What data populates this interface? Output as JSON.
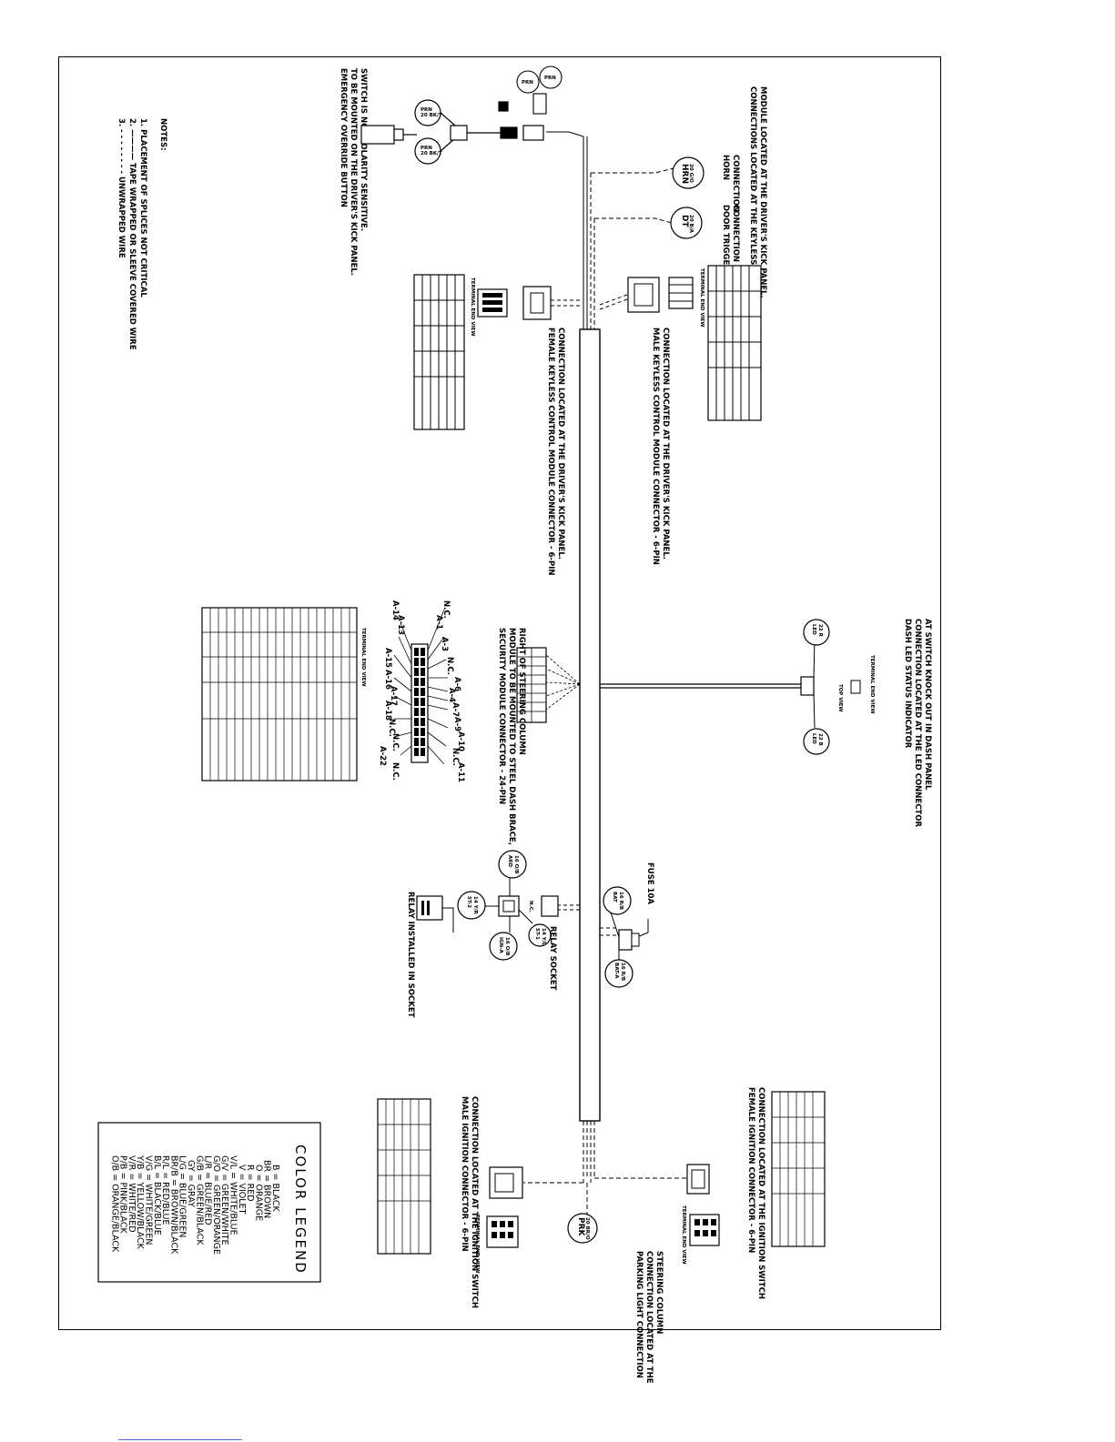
{
  "notes": {
    "title": "NOTES:",
    "items": [
      "1. PLACEMENT OF SPLICES NOT CRITICAL",
      "2. ———— TAPE WRAPPED OR SLEEVE COVERED WIRE",
      "3. - - - - - - - - UNWRAPPED WIRE"
    ]
  },
  "labels": {
    "emergency": [
      "EMERGENCY OVERRIDE BUTTON",
      "TO BE MOUNTED ON THE DRIVER'S KICK PANEL.",
      "SWITCH IS NOT POLARITY SENSITIVE."
    ],
    "keyless_top": [
      "CONNECTIONS LOCATED AT THE KEYLESS CONTROL",
      "MODULE LOCATED AT THE DRIVER'S KICK PANEL."
    ],
    "horn": [
      "HORN",
      "CONNECTION"
    ],
    "door": [
      "DOOR TRIGGER",
      "CONNECTION"
    ],
    "male_keyless": [
      "MALE KEYLESS CONTROL MODULE CONNECTOR - 6-PIN",
      "CONNECTION LOCATED AT THE DRIVER'S KICK PANEL."
    ],
    "female_keyless": [
      "FEMALE KEYLESS CONTROL MODULE CONNECTOR - 6-PIN",
      "CONNECTION LOCATED AT THE DRIVER'S KICK PANEL."
    ],
    "dash_led": [
      "DASH LED STATUS INDICATOR",
      "CONNECTION LOCATED AT THE LED CONNECTOR",
      "AT SWITCH KNOCK OUT IN DASH PANEL"
    ],
    "terminal_end_view": "TERMINAL END VIEW",
    "top_view": "TOP VIEW",
    "security": [
      "SECURITY MODULE CONNECTOR - 24-PIN",
      "MODULE TO BE MOUNTED TO STEEL DASH BRACE,",
      "RIGHT OF STEERING COLUMN"
    ],
    "fuse": "FUSE 10A",
    "relay_socket": "RELAY SOCKET",
    "relay_installed": "RELAY INSTALLED IN SOCKET",
    "female_ignition": [
      "FEMALE IGNITION CONNECTOR - 6-PIN",
      "CONNECTION LOCATED AT THE IGNITION SWITCH"
    ],
    "male_ignition": [
      "MALE IGNITION CONNECTOR - 6-PIN",
      "CONNECTION LOCATED AT THE IGNITION SWITCH"
    ],
    "parking": [
      "PARKING LIGHT CONNECTION",
      "CONNECTION LOCATED AT THE",
      "STEERING COLUMN"
    ],
    "nc": "N.C."
  },
  "circles": {
    "horn": {
      "code": "HRN",
      "sub": "20 G/O"
    },
    "door": {
      "code": "DT",
      "sub": "20 B/A"
    },
    "led_left": {
      "code": "LED",
      "sub": "22 R"
    },
    "led_right": {
      "code": "LED",
      "sub": "22 B"
    },
    "prk": {
      "code": "PRK",
      "sub": "20 BR/O"
    },
    "fuse_a": {
      "code": "BAT",
      "sub": "16 R/B"
    },
    "fuse_b": {
      "code": "BAT-A",
      "sub": "16 R/B"
    },
    "relay_a": {
      "code": "ARD",
      "sub": "16 O/B"
    },
    "relay_b": {
      "code": "ST-2",
      "sub": "14 Y/R"
    },
    "relay_c": {
      "code": "ST-1",
      "sub": "14 Y/L"
    },
    "relay_d": {
      "code": "IGN-A",
      "sub": "16 O/B"
    }
  },
  "pins": {
    "top": [
      "N.C.",
      "A-1",
      "A-3",
      "N.C.",
      "A-6",
      "A-4",
      "A-7",
      "A-9",
      "A-10",
      "N.C.",
      "A-11"
    ],
    "bottom": [
      "A-14",
      "A-13",
      "A-15",
      "A-16",
      "A-17",
      "A-18",
      "N.C.",
      "N.C.",
      "A-22",
      "N.C."
    ]
  },
  "legend": {
    "title": "COLOR LEGEND",
    "rows": [
      "B = BLACK",
      "BR = BROWN",
      "O = ORANGE",
      "R = RED",
      "V = VIOLET",
      "V/L = WHITE/BLUE",
      "G/V = GREEN/WHITE",
      "G/O = GREEN/ORANGE",
      "L/R = BLUE/RED",
      "G/B = GREEN/BLACK",
      "GY = GRAY",
      "L/G = BLUE/GREEN",
      "BR/B = BROWN/BLACK",
      "R/L = RED/BLUE",
      "B/L = BLACK/BLUE",
      "V/G = WHITE/GREEN",
      "Y/B = YELLOW/BLACK",
      "V/R = WHITE/RED",
      "P/B = PINK/BLACK",
      "O/B = ORANGE/BLACK"
    ]
  }
}
